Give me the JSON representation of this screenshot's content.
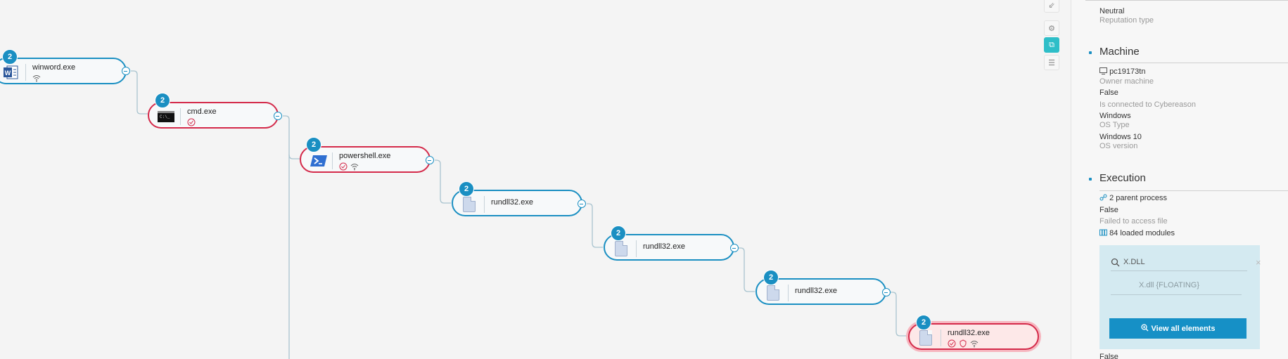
{
  "nodes": [
    {
      "name": "winword.exe",
      "badge": "2"
    },
    {
      "name": "cmd.exe",
      "badge": "2"
    },
    {
      "name": "powershell.exe",
      "badge": "2"
    },
    {
      "name": "rundll32.exe",
      "badge": "2"
    },
    {
      "name": "rundll32.exe",
      "badge": "2"
    },
    {
      "name": "rundll32.exe",
      "badge": "2"
    },
    {
      "name": "rundll32.exe",
      "badge": "2"
    }
  ],
  "panel": {
    "top_value": "Neutral",
    "top_label": "Reputation type",
    "machine": {
      "title": "Machine",
      "owner_value": "pc19173tn",
      "owner_label": "Owner machine",
      "connected_value": "False",
      "connected_label": "Is connected to Cybereason",
      "os_type_value": "Windows",
      "os_type_label": "OS Type",
      "os_version_value": "Windows 10",
      "os_version_label": "OS version"
    },
    "execution": {
      "title": "Execution",
      "parent_process": "2 parent process",
      "failed_value": "False",
      "failed_label": "Failed to access file",
      "loaded_modules": "84 loaded modules",
      "search_query": "X.DLL",
      "search_result": "X.dll {FLOATING}",
      "view_all_label": "View all elements",
      "bottom_value": "False"
    }
  },
  "colors": {
    "accent": "#1a8fc2",
    "alert": "#d42a4a",
    "teal": "#2ebec8"
  }
}
